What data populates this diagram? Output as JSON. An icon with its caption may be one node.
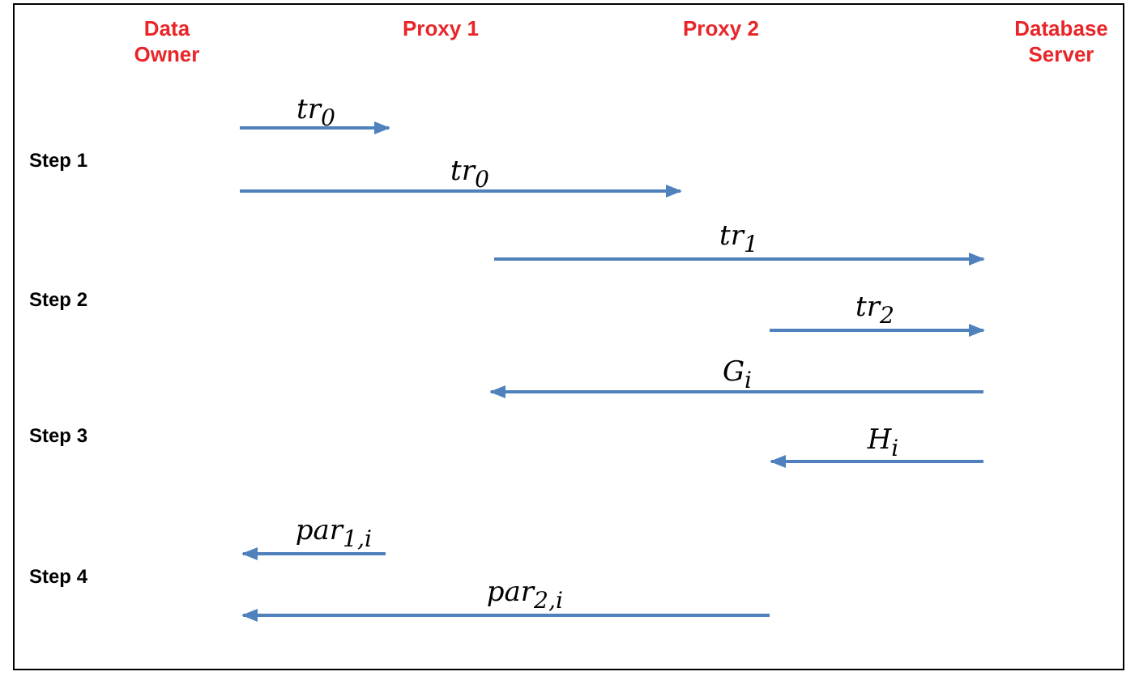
{
  "diagram": {
    "labels": [
      "Data Owner",
      "Proxy 1",
      "Proxy 2",
      "Database Server",
      "tr$_{0}$",
      "Step 1",
      "tr$_{0}$",
      "tr$_{1}$",
      "Step 2",
      "tr$_{2}$",
      "G$_{i}$",
      "Step 3",
      "H$_{i}$",
      "par$_{1,i}$",
      "Step 4",
      "par$_{2,i}$"
    ]
  }
}
